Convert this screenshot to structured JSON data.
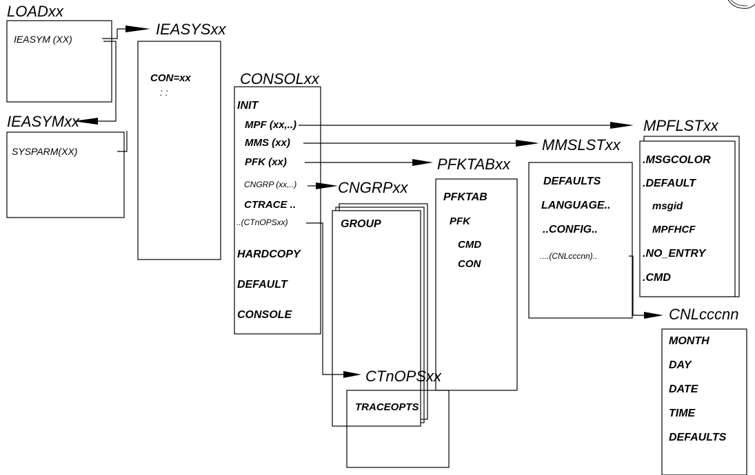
{
  "members": {
    "loadxx": {
      "title": "LOADxx",
      "entry": "IEASYM (XX)"
    },
    "ieasymxx": {
      "title": "IEASYMxx",
      "entry": "SYSPARM(XX)"
    },
    "ieasysxx": {
      "title": "IEASYSxx",
      "entry": "CON=xx",
      "continuation": ": :"
    },
    "consolxx": {
      "title": "CONSOLxx",
      "init": "INIT",
      "mpf": "MPF (xx,..)",
      "mms": "MMS (xx)",
      "pfk": "PFK (xx)",
      "cngrp": "CNGRP (xx,..)",
      "ctrace": "CTRACE ..",
      "ctnops": "..(CTnOPSxx)",
      "hardcopy": "HARDCOPY",
      "default": "DEFAULT",
      "console": "CONSOLE"
    },
    "cngrpxx": {
      "title": "CNGRPxx",
      "group": "GROUP"
    },
    "pfktabxx": {
      "title": "PFKTABxx",
      "pfktab": "PFKTAB",
      "pfk": "PFK",
      "cmd": "CMD",
      "con": "CON"
    },
    "mmslstxx": {
      "title": "MMSLSTxx",
      "defaults": "DEFAULTS",
      "language": "LANGUAGE..",
      "config": "..CONFIG..",
      "cnl": "....(CNLcccnn).."
    },
    "mpflstxx": {
      "title": "MPFLSTxx",
      "msgcolor": ".MSGCOLOR",
      "default": ".DEFAULT",
      "msgid": "msgid",
      "mpfhcf": "MPFHCF",
      "no_entry": ".NO_ENTRY",
      "cmd": ".CMD"
    },
    "ctnopsxx": {
      "title": "CTnOPSxx",
      "traceopts": "TRACEOPTS"
    },
    "cnlcccnn": {
      "title": "CNLcccnn",
      "month": "MONTH",
      "day": "DAY",
      "date": "DATE",
      "time": "TIME",
      "defaults": "DEFAULTS"
    }
  },
  "colors": {
    "ink": "#000000",
    "background": "#ffffff"
  }
}
